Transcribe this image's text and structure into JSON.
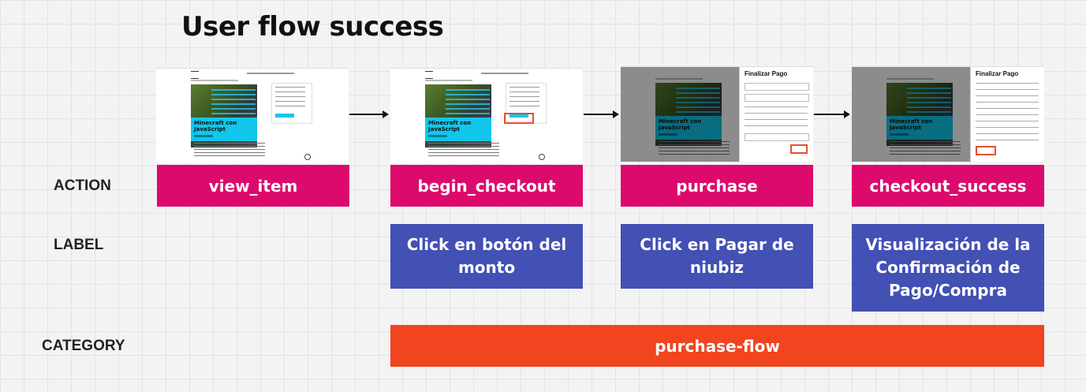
{
  "title": "User flow success",
  "row_labels": {
    "action": "ACTION",
    "label": "LABEL",
    "category": "CATEGORY"
  },
  "thumbnails": {
    "banner_text": "Minecraft con JavaScript",
    "panel_title": "Finalizar Pago"
  },
  "actions": [
    "view_item",
    "begin_checkout",
    "purchase",
    "checkout_success"
  ],
  "labels": [
    "Click en botón del monto",
    "Click en Pagar de niubiz",
    "Visualización de la Confirmación de Pago/Compra"
  ],
  "category": "purchase-flow",
  "colors": {
    "action": "#dc0a6c",
    "label": "#4350b4",
    "category": "#f0451f"
  }
}
